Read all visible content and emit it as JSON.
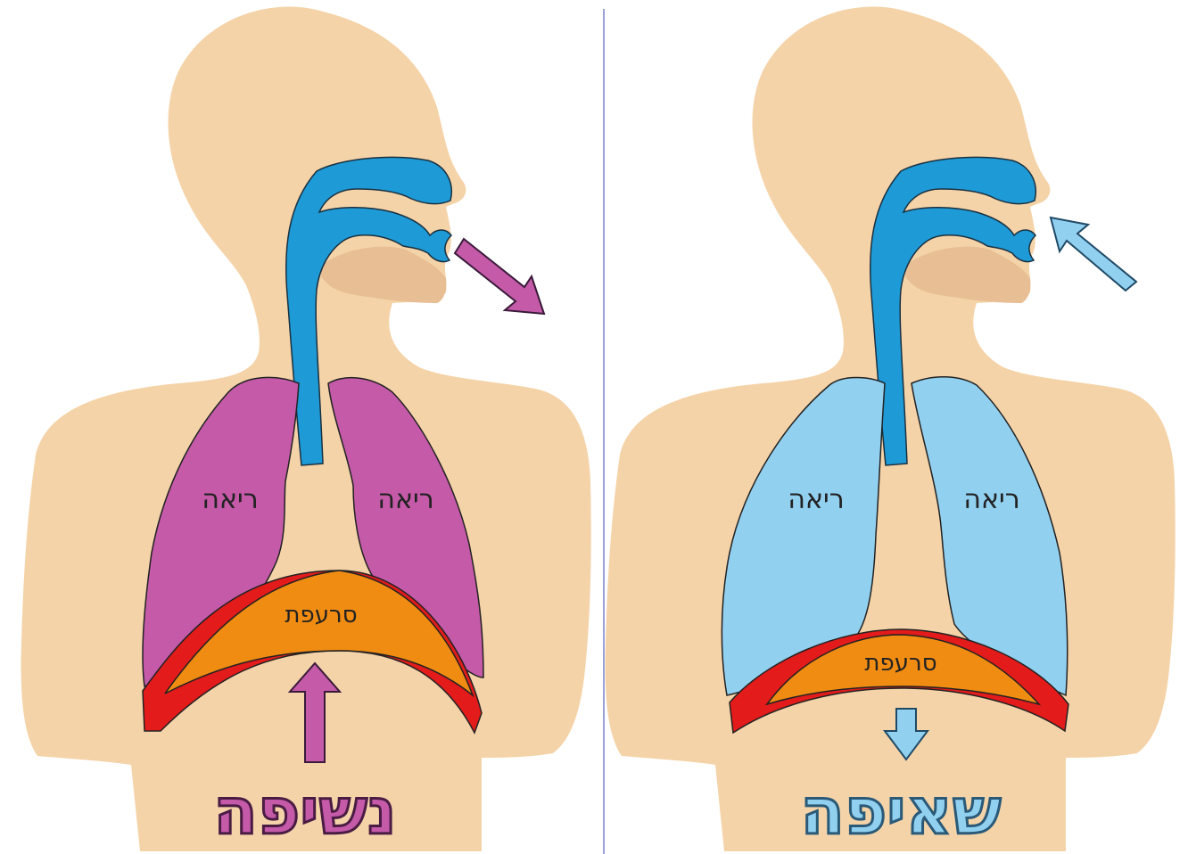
{
  "exhale": {
    "title": "נשיפה",
    "left_lung_label": "ריאה",
    "right_lung_label": "ריאה",
    "diaphragm_label": "סרעפת"
  },
  "inhale": {
    "title": "שאיפה",
    "left_lung_label": "ריאה",
    "right_lung_label": "ריאה",
    "diaphragm_label": "סרעפת"
  },
  "colors": {
    "skin": "#f5d3a8",
    "mouth": "#e8bf95",
    "airway": "#1e9ad6",
    "exhale_lung": "#c45aa8",
    "inhale_lung": "#92d0f0",
    "diaphragm": "#f08c12",
    "muscle": "#e31b1b",
    "exhale_accent": "#c45aa8",
    "inhale_accent": "#92d0f0",
    "divider": "#9aa0d8"
  }
}
